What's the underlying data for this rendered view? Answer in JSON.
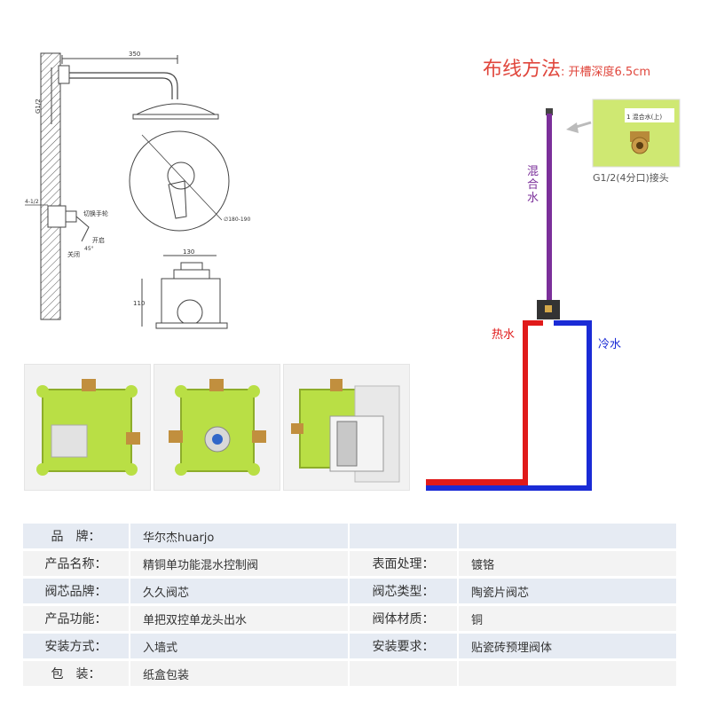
{
  "drawing": {
    "dim_width": "350",
    "dim_side": "G1/2",
    "dim_small": "4-1/2",
    "switch_label": "切换手轮",
    "angle": "45°",
    "open": "开启",
    "close": "关闭",
    "diameter": "∅180-190",
    "box_width": "130",
    "box_height": "110"
  },
  "wiring": {
    "title_main": "布线方法",
    "title_sub": ": 开槽深度6.5cm",
    "mixed": "混合水",
    "hot": "热水",
    "cold": "冷水",
    "fitting": "G1/2(4分口)接头",
    "inset_text": "1 混合水(上)",
    "colors": {
      "hot": "#e01a1a",
      "cold": "#1a2bd6",
      "mixed": "#7b2f9a",
      "title": "#e0463c"
    }
  },
  "specs": [
    {
      "k1": "品　牌：",
      "v1": "华尔杰huarjo",
      "k2": "",
      "v2": ""
    },
    {
      "k1": "产品名称：",
      "v1": "精铜单功能混水控制阀",
      "k2": "表面处理：",
      "v2": "镀铬"
    },
    {
      "k1": "阀芯品牌：",
      "v1": "久久阀芯",
      "k2": "阀芯类型：",
      "v2": "陶瓷片阀芯"
    },
    {
      "k1": "产品功能：",
      "v1": "单把双控单龙头出水",
      "k2": "阀体材质：",
      "v2": "铜"
    },
    {
      "k1": "安装方式：",
      "v1": "入墙式",
      "k2": "安装要求：",
      "v2": "贴瓷砖预埋阀体"
    },
    {
      "k1": "包　装：",
      "v1": "纸盒包装",
      "k2": "",
      "v2": ""
    }
  ]
}
